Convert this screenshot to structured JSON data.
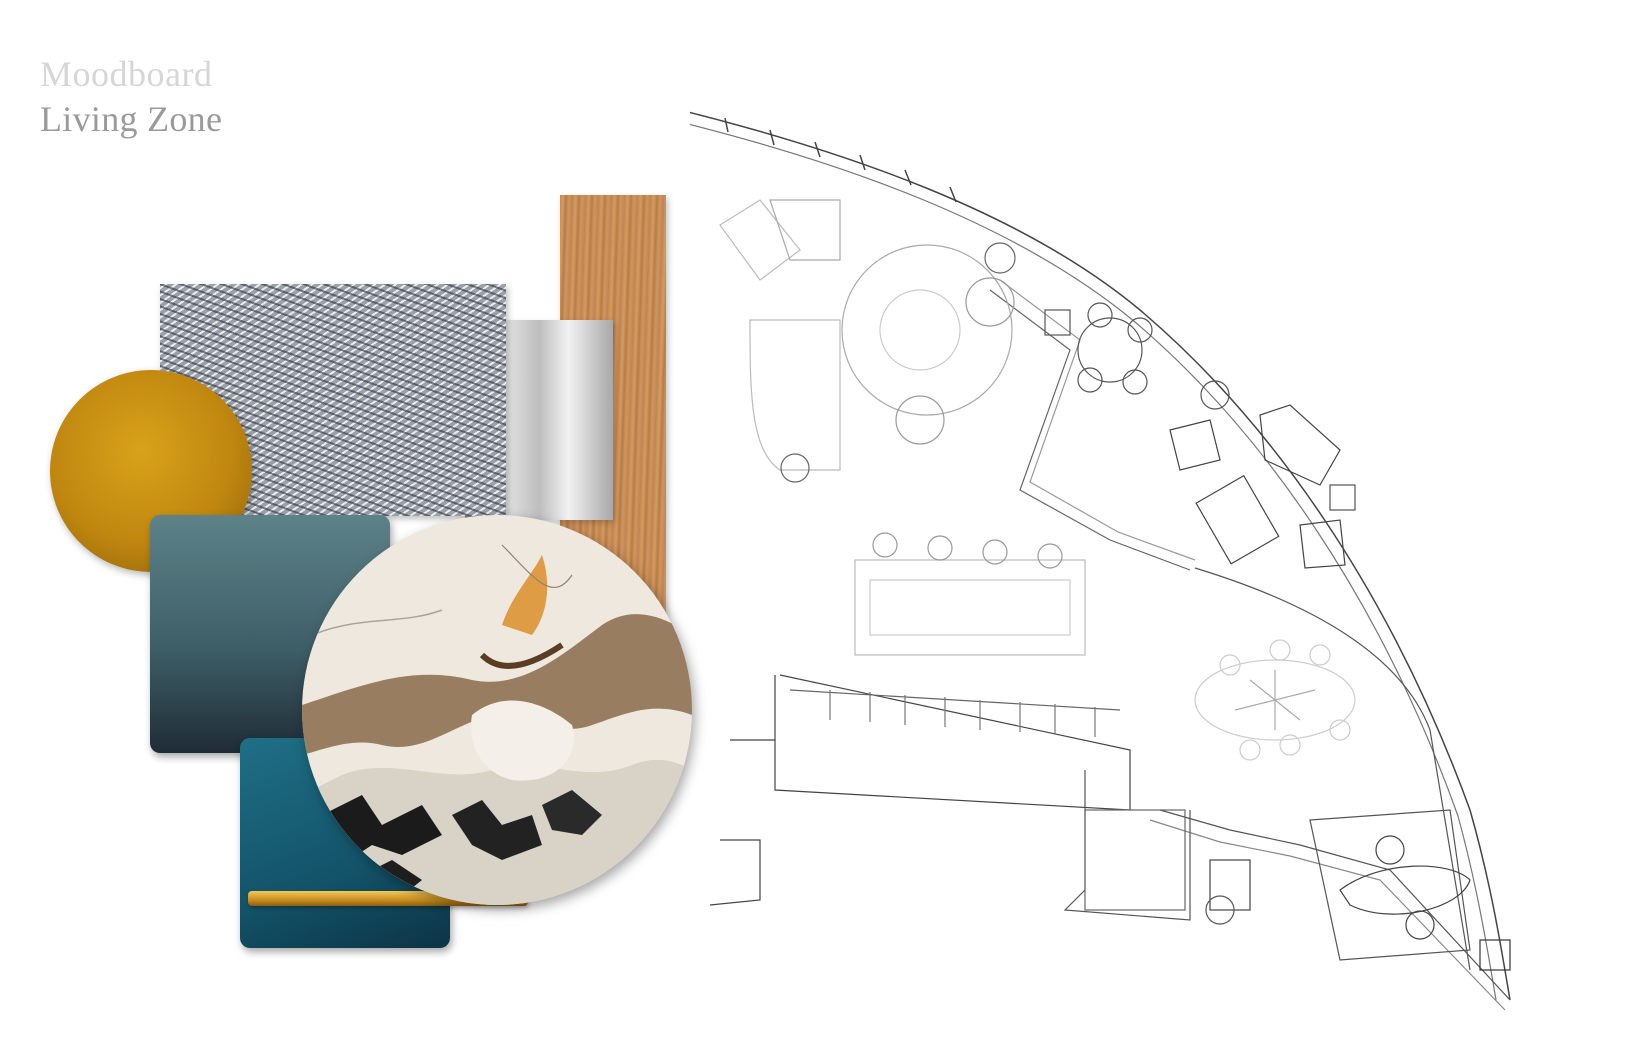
{
  "header": {
    "line1": "Moodboard",
    "line2": "Living Zone"
  },
  "colors": {
    "gold": "#c08710",
    "slate": "#3f5f68",
    "teal": "#135369",
    "wood": "#c48a52",
    "brass": "#c88d1f",
    "plan_line": "#555555"
  },
  "swatches": [
    {
      "name": "oak-wood-panel"
    },
    {
      "name": "brushed-steel-sheet"
    },
    {
      "name": "boucle-fabric-sample"
    },
    {
      "name": "gold-leaf-disc"
    },
    {
      "name": "slate-velvet-tile"
    },
    {
      "name": "teal-velvet-tile"
    },
    {
      "name": "brass-strip"
    },
    {
      "name": "patagonia-quartzite-disc"
    }
  ]
}
